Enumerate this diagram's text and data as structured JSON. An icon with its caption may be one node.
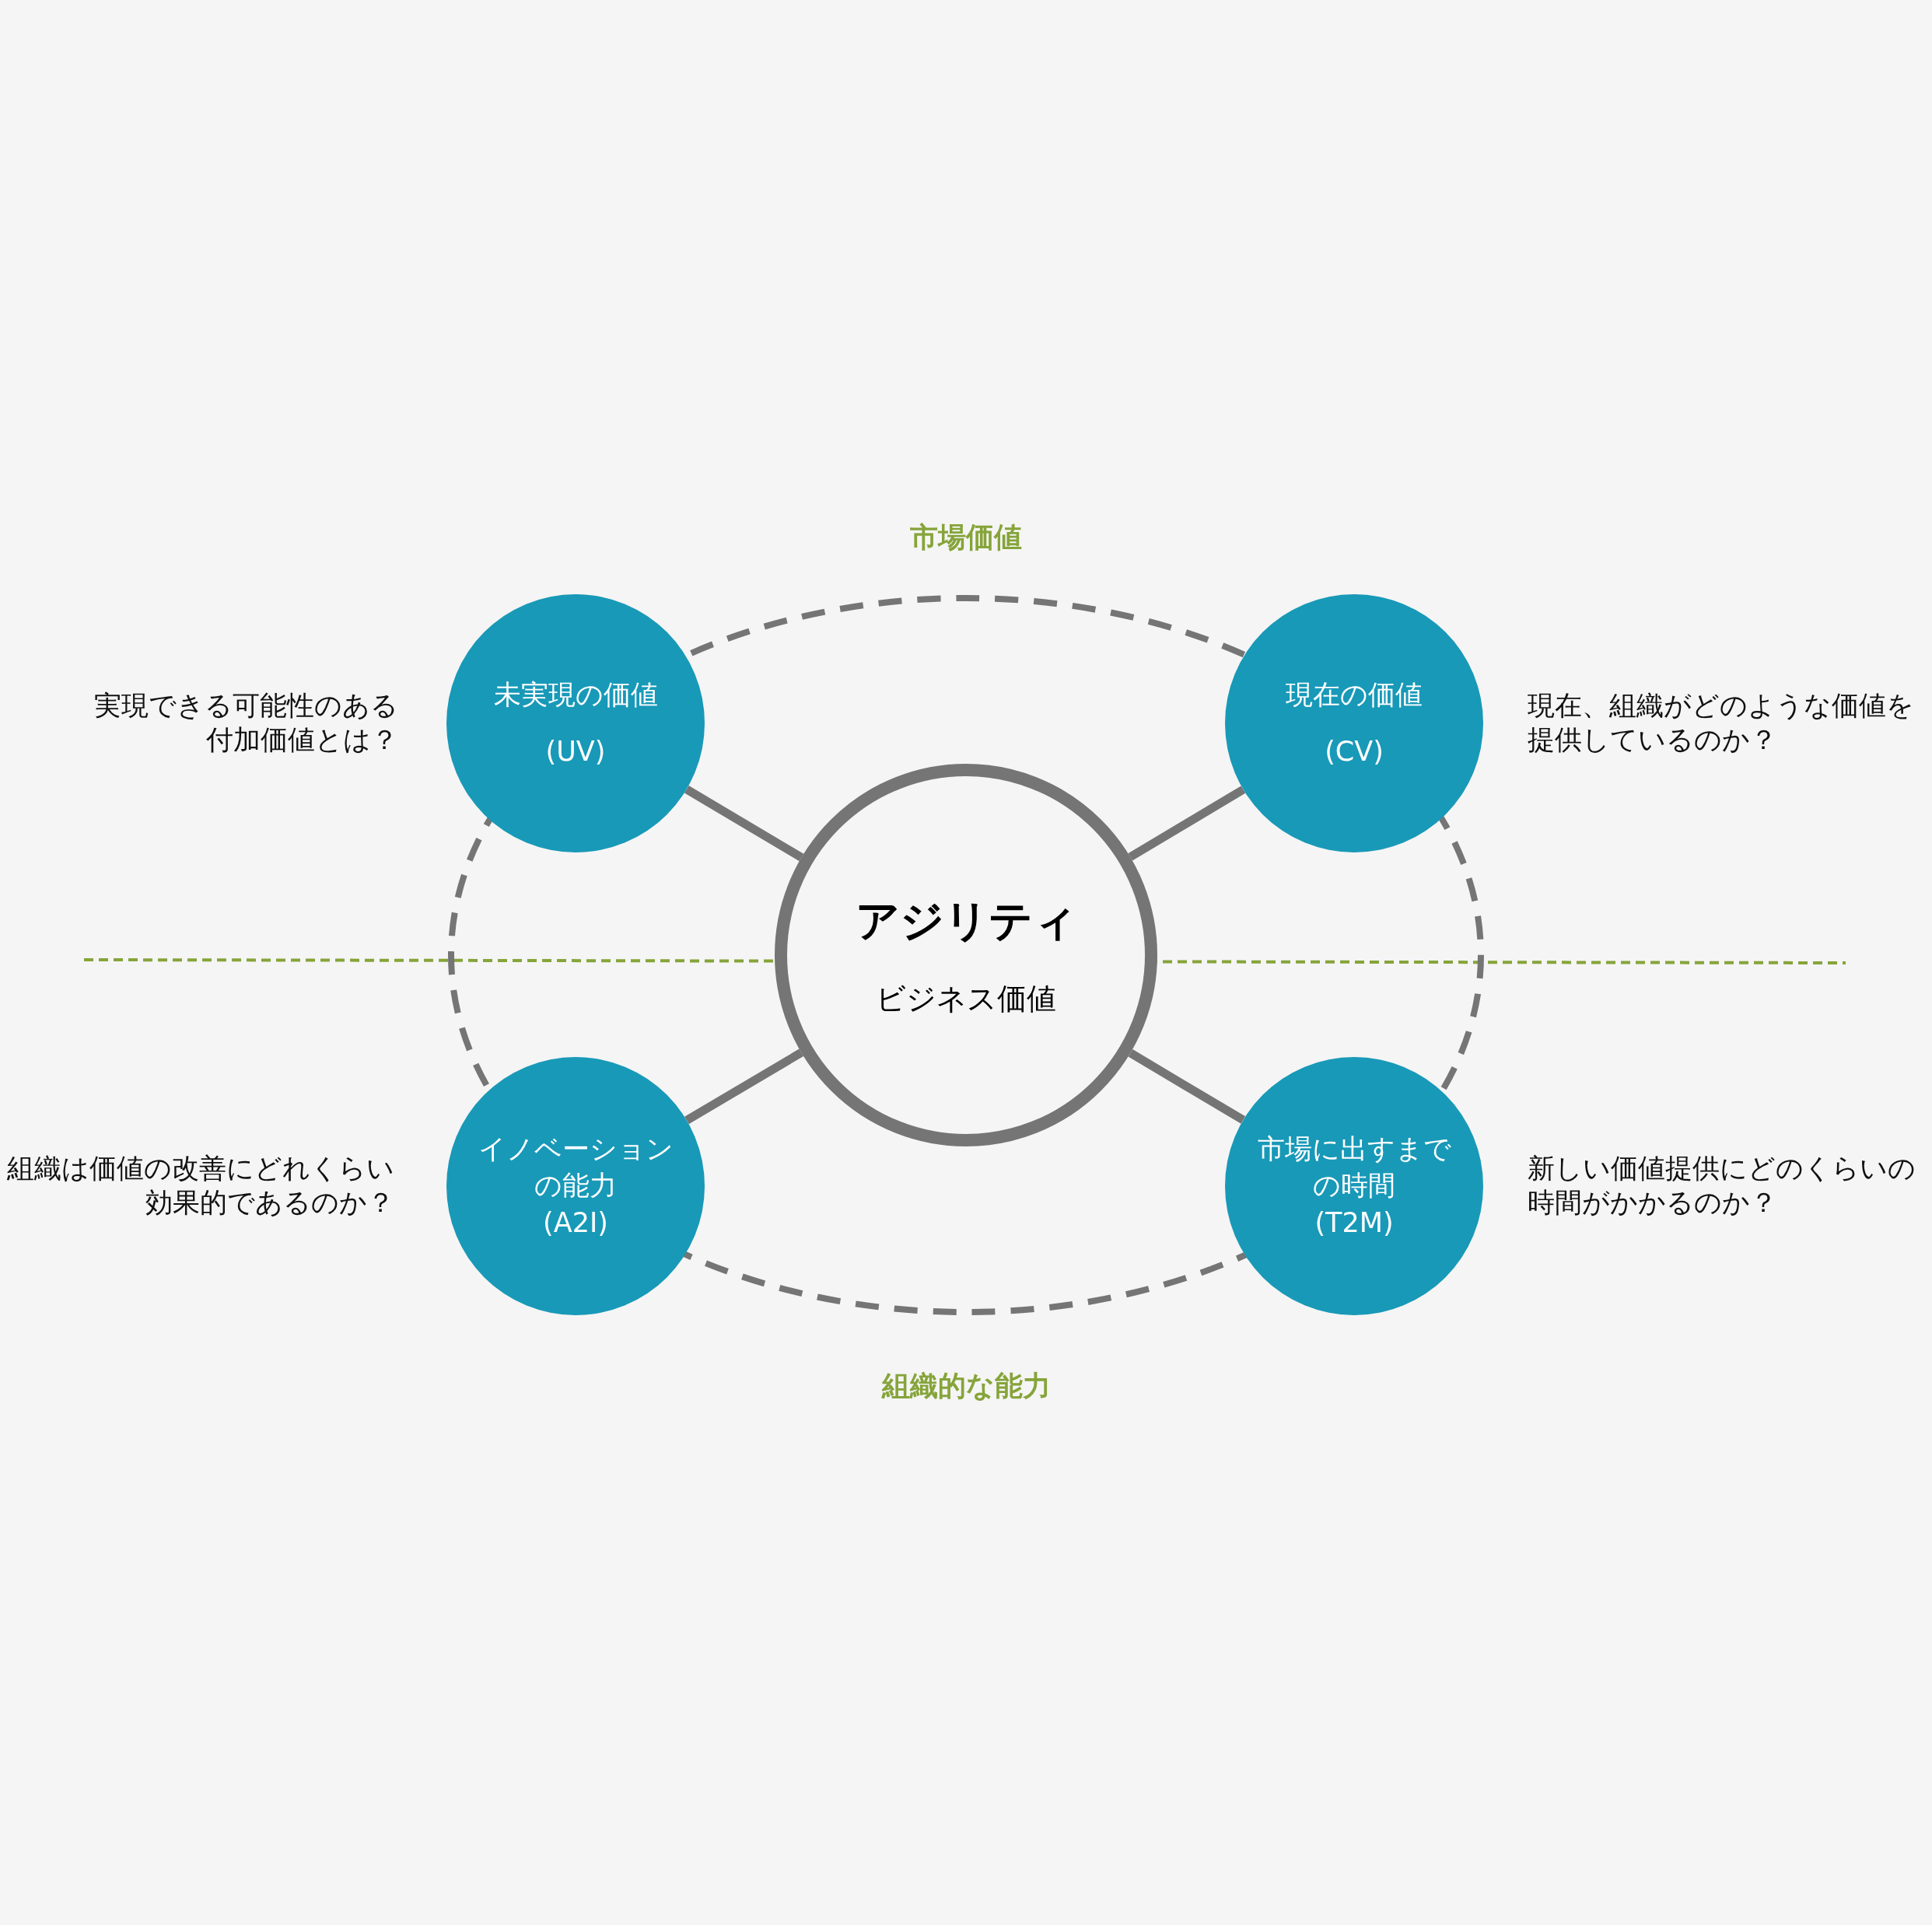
{
  "diagram": {
    "nodes": [
      {
        "text": [
          "アジリティ",
          "ビジネス価値"
        ]
      },
      {
        "text": [
          "未実現の価値",
          "(UV)"
        ],
        "beside": [
          "実現できる可能性のある付加価値とは？"
        ]
      },
      {
        "text": [
          "現在の価値",
          "(CV)"
        ],
        "beside": [
          "現在、組織がどのような価値を提供しているのか？"
        ]
      },
      {
        "text": [
          "イノベーションの能力",
          "(A2I)"
        ],
        "beside": [
          "組織は価値の改善にどれくらい効果的であるのか？"
        ]
      },
      {
        "text": [
          "市場に出すまでの時間",
          "(T2M)"
        ],
        "beside": [
          "新しい価値提供にどのくらいの時間がかかるのか？"
        ]
      }
    ],
    "edges": [
      {
        "from": 0,
        "to": 1,
        "arrow": "none"
      },
      {
        "from": 0,
        "to": 2,
        "arrow": "none"
      },
      {
        "from": 0,
        "to": 3,
        "arrow": "none"
      },
      {
        "from": 0,
        "to": 4,
        "arrow": "none"
      }
    ],
    "labels": [
      "市場価値",
      "組織的な能力"
    ]
  }
}
